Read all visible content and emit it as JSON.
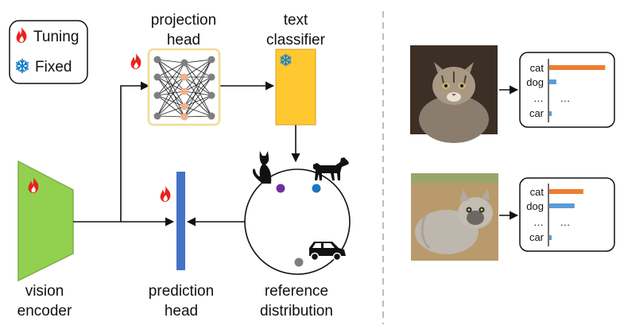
{
  "legend": {
    "tuning_label": "Tuning",
    "fixed_label": "Fixed",
    "tuning_icon": "flame-icon",
    "fixed_icon": "snowflake-icon"
  },
  "nodes": {
    "projection_head": {
      "line1": "projection",
      "line2": "head"
    },
    "text_classifier": {
      "line1": "text",
      "line2": "classifier"
    },
    "vision_encoder": {
      "line1": "vision",
      "line2": "encoder"
    },
    "prediction_head": {
      "line1": "prediction",
      "line2": "head"
    },
    "reference_distribution": {
      "line1": "reference",
      "line2": "distribution"
    }
  },
  "distribution_icons": [
    "cat-silhouette-icon",
    "dog-silhouette-icon",
    "car-silhouette-icon"
  ],
  "examples": [
    {
      "image": "cat-photo",
      "labels": [
        "cat",
        "dog",
        "…",
        "car"
      ],
      "ellipsis": "…",
      "scores": [
        0.95,
        0.12,
        0.04
      ]
    },
    {
      "image": "grey-cat-photo",
      "labels": [
        "cat",
        "dog",
        "…",
        "car"
      ],
      "ellipsis": "…",
      "scores": [
        0.58,
        0.43,
        0.04
      ]
    }
  ],
  "colors": {
    "flame": "#e8221b",
    "snowflake": "#1c82c7",
    "encoder_fill": "#92d050",
    "encoder_stroke": "#7fae45",
    "projection_border": "#f3dc90",
    "neuron_grey": "#7f7f7f",
    "neuron_orange": "#f4b183",
    "classifier_fill": "#ffc830",
    "prediction_fill": "#4472c4",
    "dot_purple": "#7030a0",
    "dot_blue": "#1f74c4",
    "dot_grey": "#7f7f7f",
    "bar_orange": "#ed7d31",
    "bar_blue": "#5b9bd5",
    "divider": "#a6a6a6"
  }
}
